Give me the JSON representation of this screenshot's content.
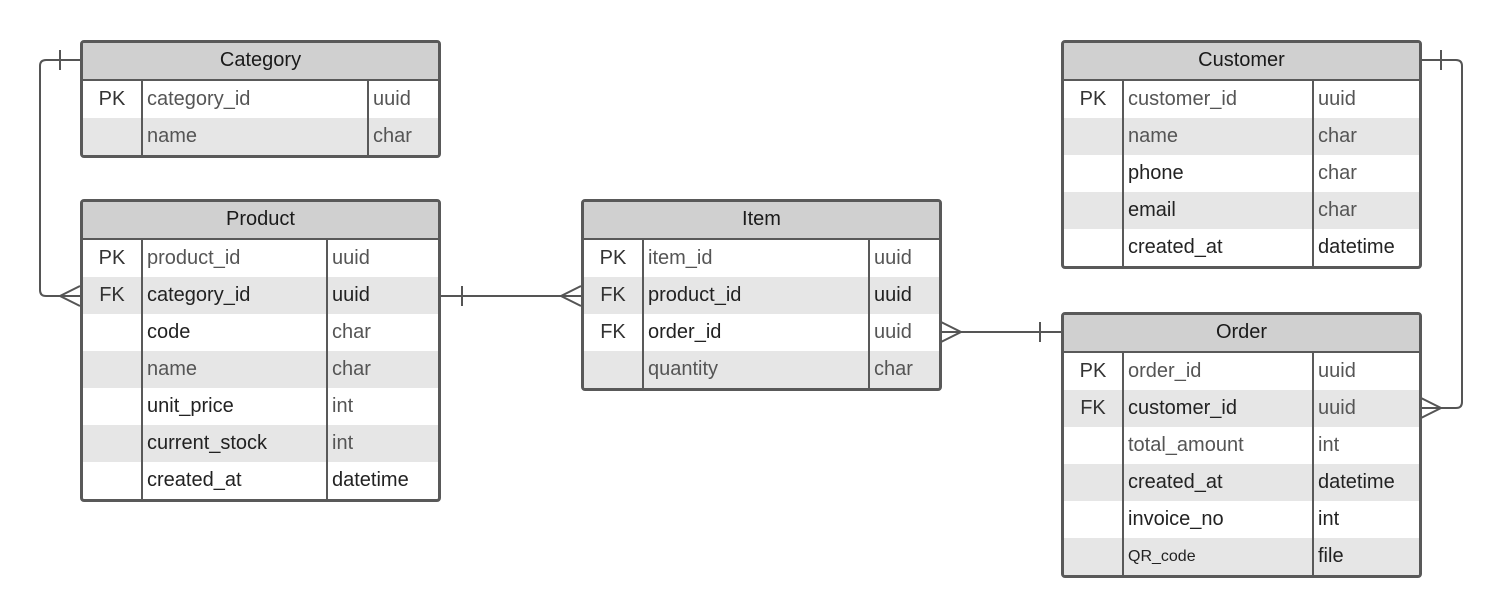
{
  "entities": {
    "category": {
      "title": "Category",
      "rows": [
        {
          "key": "PK",
          "field": "category_id",
          "type": "uuid"
        },
        {
          "key": "",
          "field": "name",
          "type": "char"
        }
      ]
    },
    "product": {
      "title": "Product",
      "rows": [
        {
          "key": "PK",
          "field": "product_id",
          "type": "uuid"
        },
        {
          "key": "FK",
          "field": "category_id",
          "type": "uuid"
        },
        {
          "key": "",
          "field": "code",
          "type": "char"
        },
        {
          "key": "",
          "field": "name",
          "type": "char"
        },
        {
          "key": "",
          "field": "unit_price",
          "type": "int"
        },
        {
          "key": "",
          "field": "current_stock",
          "type": "int"
        },
        {
          "key": "",
          "field": "created_at",
          "type": "datetime"
        }
      ]
    },
    "item": {
      "title": "Item",
      "rows": [
        {
          "key": "PK",
          "field": "item_id",
          "type": "uuid"
        },
        {
          "key": "FK",
          "field": "product_id",
          "type": "uuid"
        },
        {
          "key": "FK",
          "field": "order_id",
          "type": "uuid"
        },
        {
          "key": "",
          "field": "quantity",
          "type": "char"
        }
      ]
    },
    "customer": {
      "title": "Customer",
      "rows": [
        {
          "key": "PK",
          "field": "customer_id",
          "type": "uuid"
        },
        {
          "key": "",
          "field": "name",
          "type": "char"
        },
        {
          "key": "",
          "field": "phone",
          "type": "char"
        },
        {
          "key": "",
          "field": "email",
          "type": "char"
        },
        {
          "key": "",
          "field": "created_at",
          "type": "datetime"
        }
      ]
    },
    "order": {
      "title": "Order",
      "rows": [
        {
          "key": "PK",
          "field": "order_id",
          "type": "uuid"
        },
        {
          "key": "FK",
          "field": "customer_id",
          "type": "uuid"
        },
        {
          "key": "",
          "field": "total_amount",
          "type": "int"
        },
        {
          "key": "",
          "field": "created_at",
          "type": "datetime"
        },
        {
          "key": "",
          "field": "invoice_no",
          "type": "int"
        },
        {
          "key": "",
          "field": "QR_code",
          "type": "file"
        }
      ]
    }
  },
  "relationships": [
    {
      "from": "category",
      "to": "product",
      "from_cardinality": "one",
      "to_cardinality": "many"
    },
    {
      "from": "product",
      "to": "item",
      "from_cardinality": "one",
      "to_cardinality": "many"
    },
    {
      "from": "order",
      "to": "item",
      "from_cardinality": "one",
      "to_cardinality": "many"
    },
    {
      "from": "customer",
      "to": "order",
      "from_cardinality": "one",
      "to_cardinality": "many"
    }
  ],
  "colors": {
    "border": "#595959",
    "header": "#d0d0d0",
    "alt_row": "#e6e6e6",
    "line": "#555555"
  }
}
